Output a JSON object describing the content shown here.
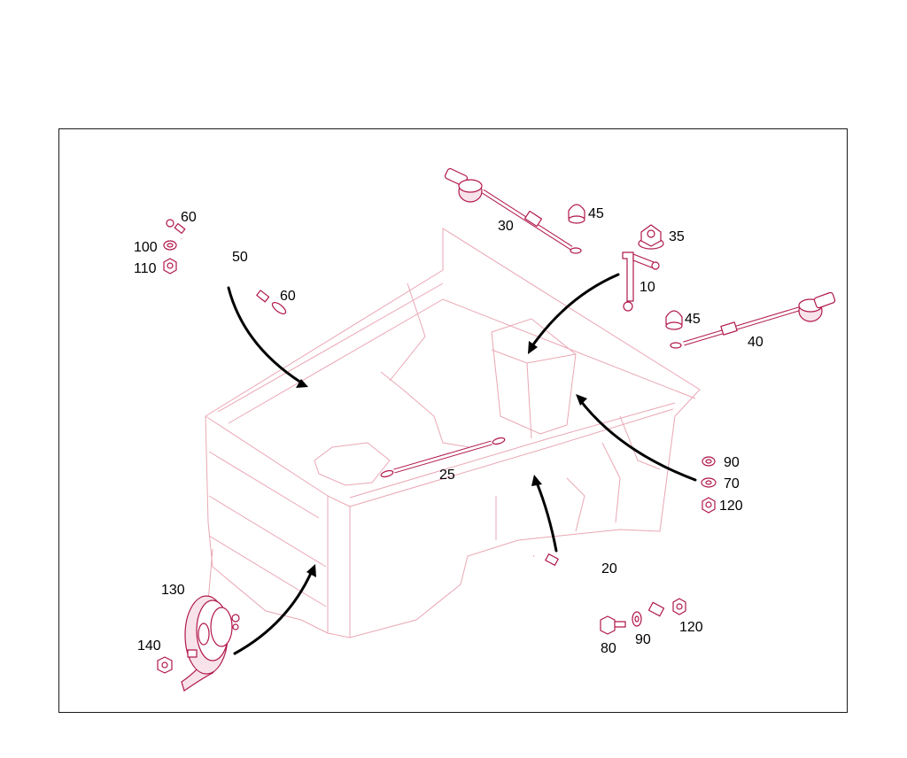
{
  "diagram": {
    "callouts": {
      "c10": "10",
      "c20": "20",
      "c25": "25",
      "c30": "30",
      "c35": "35",
      "c40": "40",
      "c45a": "45",
      "c45b": "45",
      "c50": "50",
      "c60a": "60",
      "c60b": "60",
      "c70": "70",
      "c80": "80",
      "c90a": "90",
      "c90b": "90",
      "c100": "100",
      "c110": "110",
      "c120a": "120",
      "c120b": "120",
      "c130": "130",
      "c140": "140"
    },
    "colors": {
      "body_outline": "#e9a7b4",
      "part_outline": "#b0174a",
      "arrow": "#000000",
      "frame": "#1a1a1a"
    }
  }
}
